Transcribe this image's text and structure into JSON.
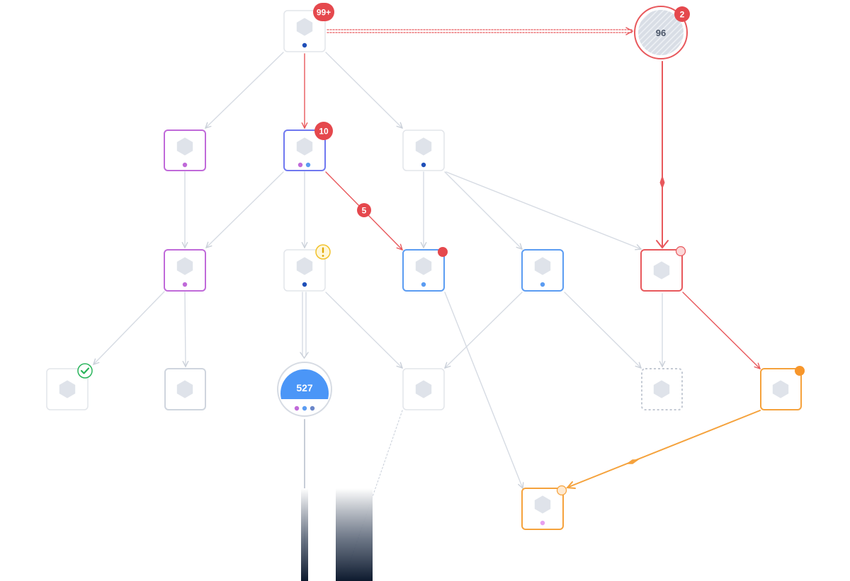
{
  "colors": {
    "edge_default": "#d6dbe3",
    "edge_alert": "#e8585c",
    "edge_warning": "#f5a23c",
    "node_hex": "#dfe3ea",
    "node_border_default": "#e2e5ea",
    "node_border_grey": "#cfd5de",
    "node_border_purple": "#c06ad9",
    "node_border_indigo": "#6f78f0",
    "node_border_blue": "#5b9cf2",
    "node_border_red": "#e8585c",
    "node_border_orange": "#f5a23c",
    "badge_red": "#e5484d",
    "dot_navy": "#1f4fb8",
    "dot_purple": "#c06ad9",
    "dot_blue": "#5b9cf2",
    "dot_pink": "#e6a0f0",
    "aggregate_blue": "#4b96f7",
    "success_green": "#28b45a",
    "warning_yellow": "#f2c22b"
  },
  "nodes": {
    "root": {
      "badge": "99+",
      "dots": [
        "navy"
      ]
    },
    "purple_a": {
      "dots": [
        "purple"
      ]
    },
    "indigo_b": {
      "badge": "10",
      "dots": [
        "purple",
        "blue"
      ]
    },
    "grey_c": {
      "dots": [
        "navy"
      ]
    },
    "purple_d": {
      "dots": [
        "purple"
      ]
    },
    "warn_e": {
      "status_icon": "warning-icon",
      "dots": [
        "navy"
      ]
    },
    "blue_f": {
      "status": "red-dot",
      "dots": [
        "blue"
      ]
    },
    "blue_g": {
      "dots": [
        "blue"
      ]
    },
    "red_h": {
      "status": "pink-dot"
    },
    "ok_i": {
      "status_icon": "check-icon"
    },
    "grey_j": {},
    "aggregate_k": {
      "count": "527",
      "dots": [
        "purple",
        "blue",
        "navy"
      ]
    },
    "grey_l": {},
    "dashed_m": {},
    "orange_n": {
      "status": "orange-dot"
    },
    "orange_o": {
      "status": "pink-dot",
      "dots": [
        "pink"
      ]
    },
    "cluster_p": {
      "count": "96",
      "badge": "2"
    }
  },
  "edges": {
    "indigo_to_blue_badge": "5"
  }
}
